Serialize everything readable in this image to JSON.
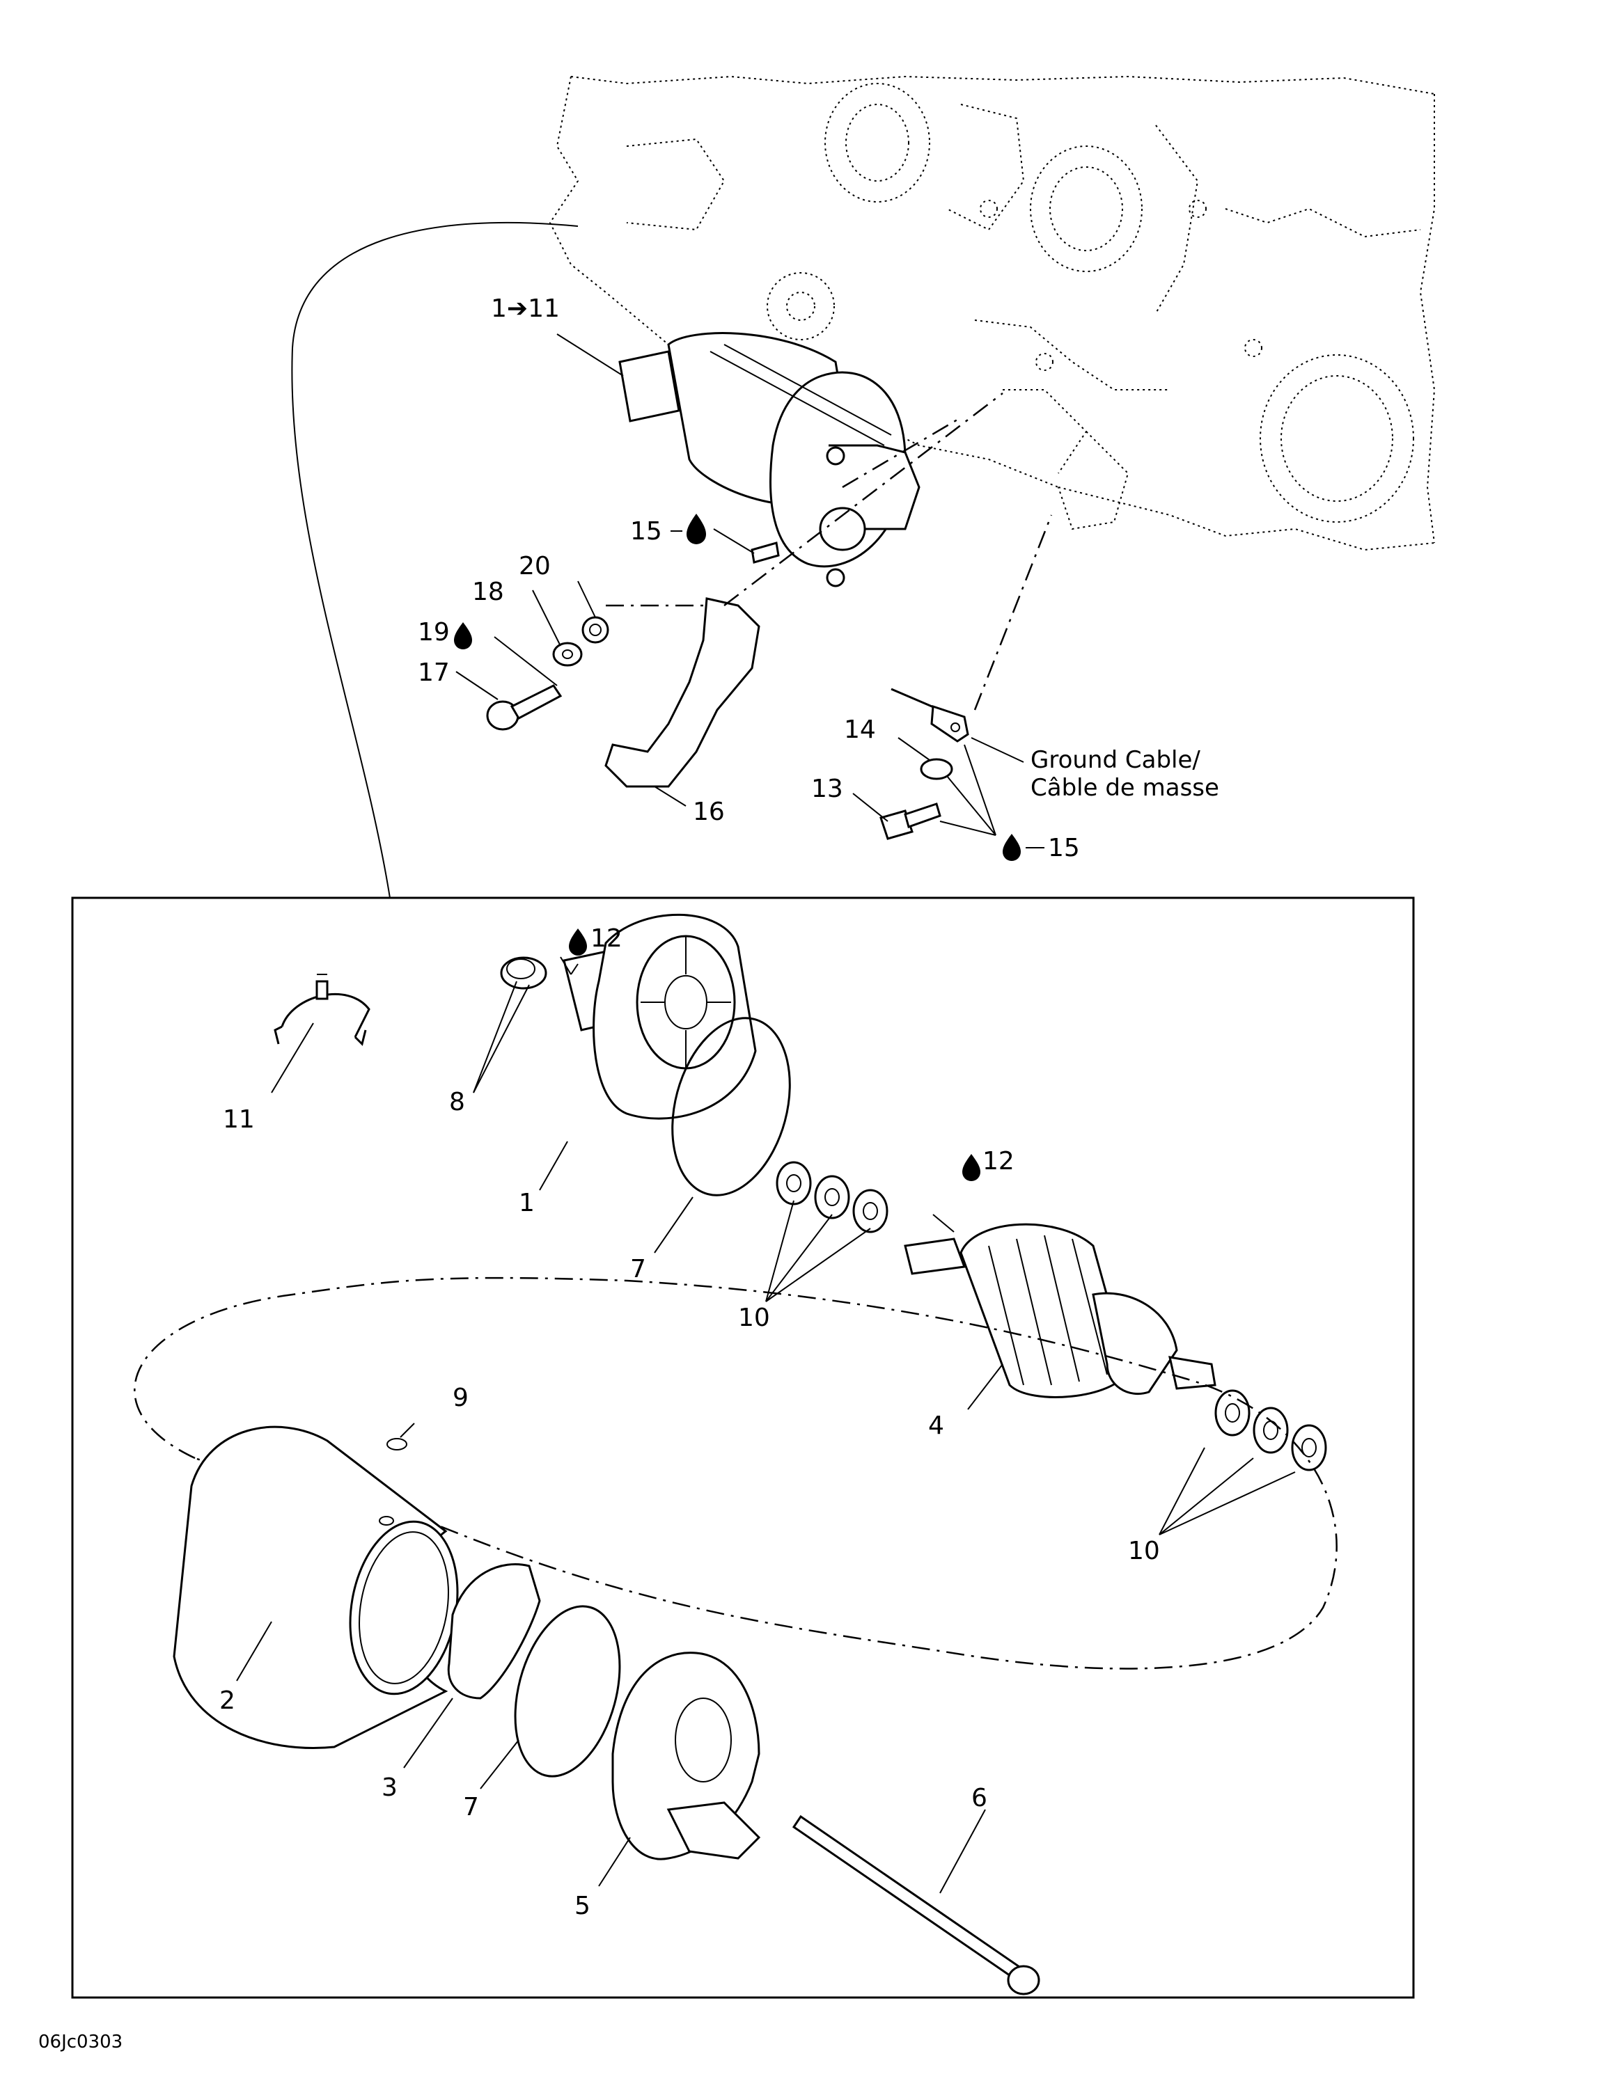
{
  "labels": {
    "assembly": "1➔11",
    "l15_top": "15",
    "l20": "20",
    "l18": "18",
    "l19": "19",
    "l17": "17",
    "l16": "16",
    "l14": "14",
    "l13": "13",
    "l15_right": "15",
    "ground_cable_en": "Ground Cable/",
    "ground_cable_fr": "Câble de masse",
    "l12_top": "12",
    "l11": "11",
    "l8": "8",
    "l1": "1",
    "l7_top": "7",
    "l10_top": "10",
    "l12_mid": "12",
    "l4": "4",
    "l9": "9",
    "l10_bottom": "10",
    "l2": "2",
    "l3": "3",
    "l7_bottom": "7",
    "l5": "5",
    "l6": "6"
  },
  "figure_code": "06Jc0303",
  "icons": {
    "lubricant": "lubricant-drop-icon",
    "arrow": "right-arrow-icon"
  }
}
